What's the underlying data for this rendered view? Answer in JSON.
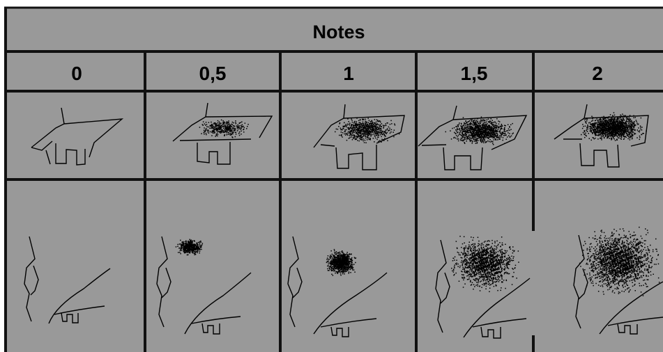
{
  "header": {
    "title": "Notes"
  },
  "columns": [
    "0",
    "0,5",
    "1",
    "1,5",
    "2"
  ],
  "rows": [
    {
      "id": "udder-side-view",
      "shading_levels": [
        0,
        0.5,
        1,
        1.5,
        2
      ]
    },
    {
      "id": "rear-quarter-view",
      "shading_levels": [
        0,
        0.5,
        1,
        1.5,
        2
      ]
    }
  ],
  "colors": {
    "panel": "#999999",
    "line": "#000000",
    "border": "#111111"
  }
}
